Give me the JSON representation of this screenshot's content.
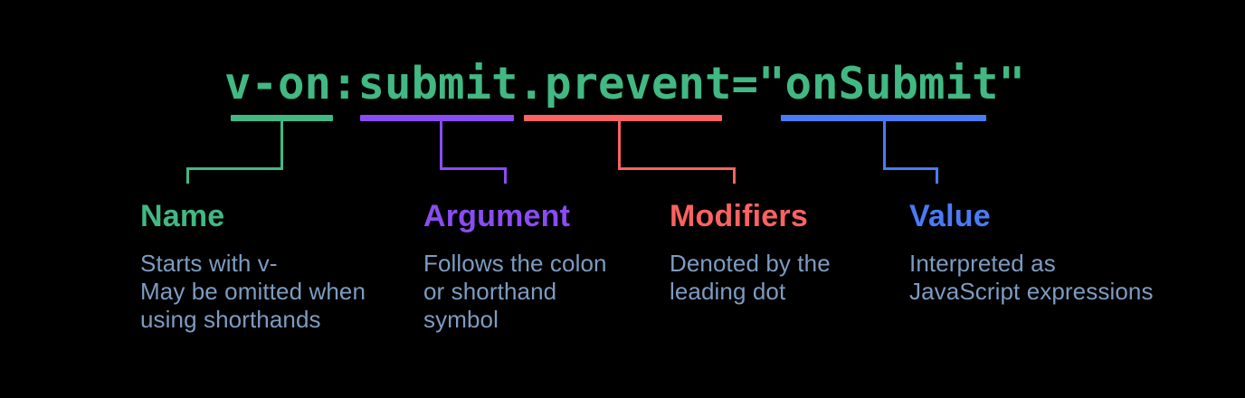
{
  "colors": {
    "background": "#000000",
    "code": "#42b883",
    "description_text": "#7d9cc0"
  },
  "code": "v-on:submit.prevent=\"onSubmit\"",
  "segments": [
    {
      "id": "name",
      "label": "Name",
      "color": "#42b883",
      "description": "Starts with v-\nMay be omitted when\nusing shorthands"
    },
    {
      "id": "argument",
      "label": "Argument",
      "color": "#8a4cf2",
      "description": "Follows the colon\nor shorthand\nsymbol"
    },
    {
      "id": "modifiers",
      "label": "Modifiers",
      "color": "#fb6262",
      "description": "Denoted by the\nleading dot"
    },
    {
      "id": "value",
      "label": "Value",
      "color": "#4a7bf5",
      "description": "Interpreted as\nJavaScript expressions"
    }
  ]
}
